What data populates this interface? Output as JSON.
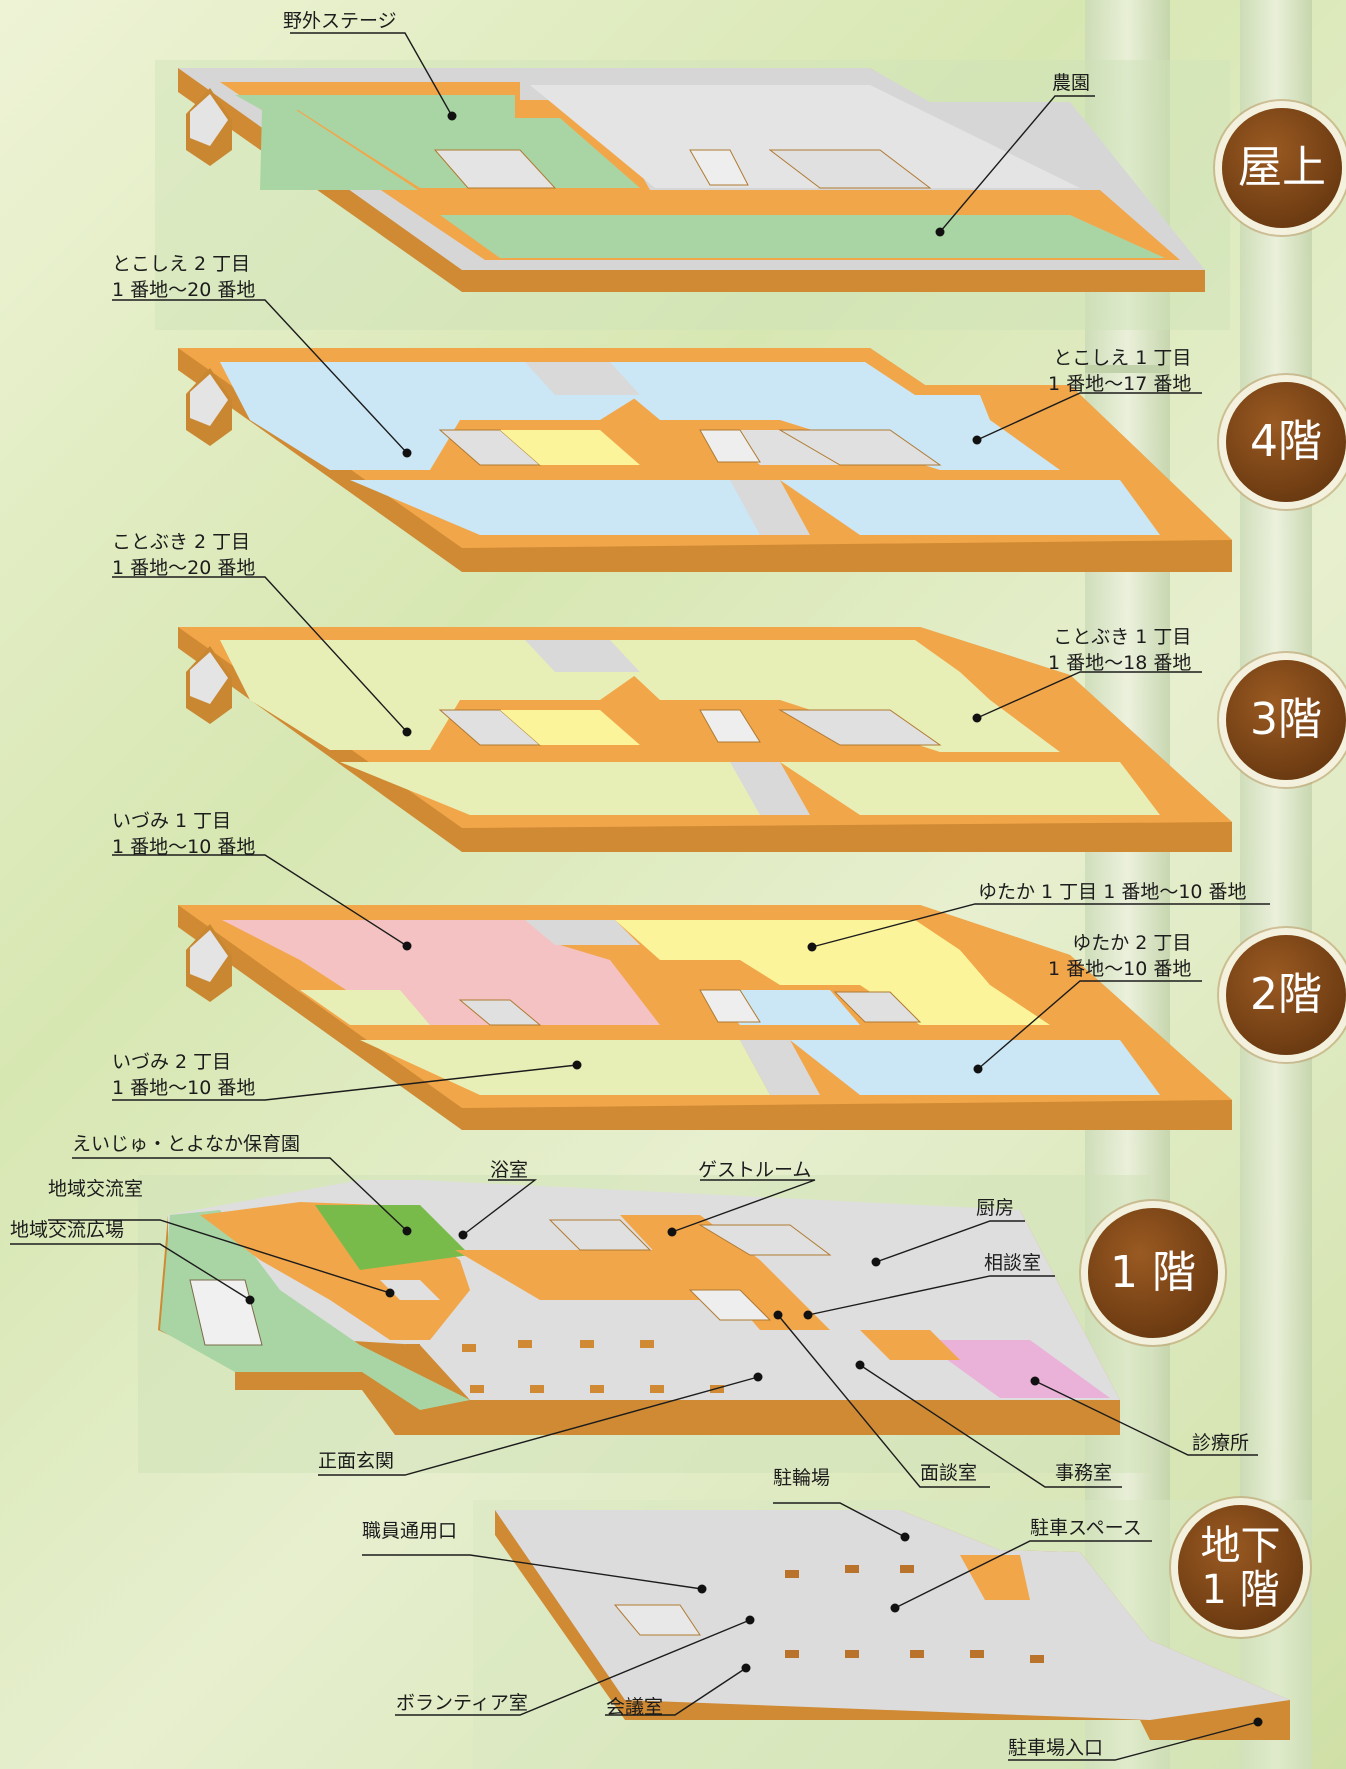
{
  "floors": [
    {
      "id": "rooftop",
      "badge": "屋上"
    },
    {
      "id": "4f",
      "badge": "4階"
    },
    {
      "id": "3f",
      "badge": "3階"
    },
    {
      "id": "2f",
      "badge": "2階"
    },
    {
      "id": "1f",
      "badge": "1 階"
    },
    {
      "id": "b1",
      "badge_line1": "地下",
      "badge_line2": "1 階"
    }
  ],
  "labels": {
    "outdoor_stage": "野外ステージ",
    "farm": "農園",
    "tokoshie2_l1": "とこしえ 2 丁目",
    "tokoshie2_l2": "1 番地～20 番地",
    "tokoshie1_l1": "とこしえ 1 丁目",
    "tokoshie1_l2": "1 番地～17 番地",
    "kotobuki2_l1": "ことぶき 2 丁目",
    "kotobuki2_l2": "1 番地～20 番地",
    "kotobuki1_l1": "ことぶき 1 丁目",
    "kotobuki1_l2": "1 番地～18 番地",
    "izumi1_l1": "いづみ 1 丁目",
    "izumi1_l2": "1 番地～10 番地",
    "yutaka1": "ゆたか 1 丁目 1 番地～10 番地",
    "yutaka2_l1": "ゆたか 2 丁目",
    "yutaka2_l2": "1 番地～10 番地",
    "izumi2_l1": "いづみ 2 丁目",
    "izumi2_l2": "1 番地～10 番地",
    "nursery": "えいじゅ・とよなか保育園",
    "community_room": "地域交流室",
    "community_plaza": "地域交流広場",
    "bath": "浴室",
    "guest_room": "ゲストルーム",
    "kitchen": "厨房",
    "consult_room": "相談室",
    "main_entrance": "正面玄関",
    "interview_room": "面談室",
    "office": "事務室",
    "clinic": "診療所",
    "bicycle_parking": "駐輪場",
    "staff_entrance": "職員通用口",
    "parking_space": "駐車スペース",
    "volunteer_room": "ボランティア室",
    "meeting_room": "会議室",
    "parking_entrance": "駐車場入口"
  },
  "colors": {
    "orange": "#f2a64a",
    "orange_dark": "#d98d30",
    "gray": "#dedede",
    "green": "#a9d5a4",
    "blue": "#cbe6f5",
    "lime": "#e8efb6",
    "pink": "#f4c2c2",
    "yellow": "#fbf49a",
    "nursery_green": "#79bb4a",
    "clinic_pink": "#eab2d9",
    "badge_brown": "#6e3c12"
  },
  "icons": [
    "elevator-icon",
    "stair-icon"
  ]
}
